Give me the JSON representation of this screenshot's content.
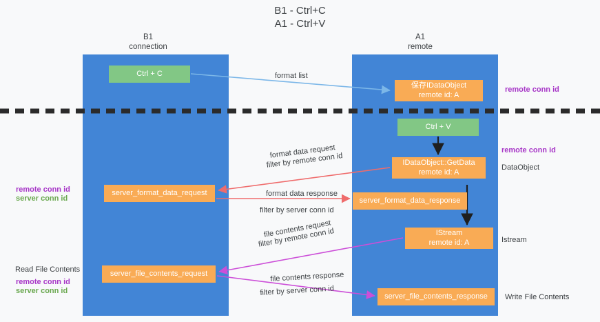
{
  "diagram": {
    "title_line1": "B1 - Ctrl+C",
    "title_line2": "A1 - Ctrl+V",
    "colors": {
      "lane": "#4285d6",
      "green_node": "#82c785",
      "orange_node": "#f9ab55",
      "remote_conn_id": "#a736c7",
      "server_conn_id": "#6aa84f",
      "divider": "#333333",
      "background": "#f8f9fa"
    }
  },
  "columns": [
    {
      "id": "b1",
      "title": "B1",
      "subtitle": "connection"
    },
    {
      "id": "a1",
      "title": "A1",
      "subtitle": "remote"
    }
  ],
  "nodes": [
    {
      "id": "ctrl-c",
      "line1": "Ctrl + C",
      "line2": "",
      "color": "green"
    },
    {
      "id": "idataobject-store",
      "line1": "保存IDataObject",
      "line2": "remote id: A",
      "color": "orange"
    },
    {
      "id": "ctrl-v",
      "line1": "Ctrl + V",
      "line2": "",
      "color": "green"
    },
    {
      "id": "idataobject-getdata",
      "line1": "IDataObject::GetData",
      "line2": "remote id: A",
      "color": "orange"
    },
    {
      "id": "server-format-data-request",
      "line1": "server_format_data_request",
      "line2": "",
      "color": "orange"
    },
    {
      "id": "server-format-data-response",
      "line1": "server_format_data_response",
      "line2": "",
      "color": "orange"
    },
    {
      "id": "istream",
      "line1": "IStream",
      "line2": "remote id: A",
      "color": "orange"
    },
    {
      "id": "server-file-contents-request",
      "line1": "server_file_contents_request",
      "line2": "",
      "color": "orange"
    },
    {
      "id": "server-file-contents-response",
      "line1": "server_file_contents_response",
      "line2": "",
      "color": "orange"
    }
  ],
  "arrow_labels": {
    "format_list": "format list",
    "format_data_request": "format data request",
    "format_data_request_filter_prefix": "filter by",
    "format_data_request_filter_value": "remote conn id",
    "format_data_response": "format data response",
    "format_data_response_filter_prefix": "filter by",
    "format_data_response_filter_value": "server conn id",
    "file_contents_request": "file contents request",
    "file_contents_request_filter_prefix": "filter by",
    "file_contents_request_filter_value": "remote conn id",
    "file_contents_response": "file contents response",
    "file_contents_response_filter_prefix": "filter by",
    "file_contents_response_filter_value": "server conn id"
  },
  "side_labels": {
    "right_remote_conn_id_top": "remote conn id",
    "right_remote_conn_id_mid": "remote conn id",
    "right_dataobject": "DataObject",
    "right_istream": "Istream",
    "right_write_file_contents": "Write File Contents",
    "left_remote_conn_id_mid": "remote conn id",
    "left_server_conn_id_mid": "server conn id",
    "left_read_file_contents": "Read File Contents",
    "left_remote_conn_id_bot": "remote conn id",
    "left_server_conn_id_bot": "server conn id"
  }
}
